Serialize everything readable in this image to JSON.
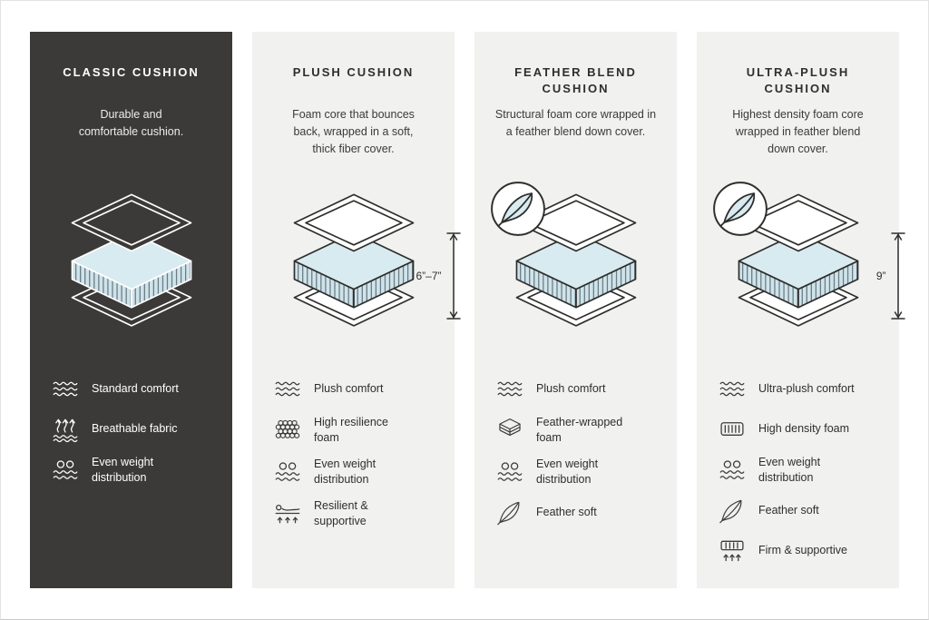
{
  "colors": {
    "dark_card": "#3b3a38",
    "light_card": "#f1f1f0",
    "foam_blue": "#d8ebf1",
    "outline_dark": "#2e2e2c"
  },
  "cards": [
    {
      "id": "classic",
      "theme": "dark",
      "title": "CLASSIC CUSHION",
      "description": "Durable and\ncomfortable cushion.",
      "features": [
        {
          "icon": "waves-icon",
          "icon_ref": "#i-waves",
          "label": "Standard comfort"
        },
        {
          "icon": "breathable-fabric-icon",
          "icon_ref": "#i-breathable",
          "label": "Breathable fabric"
        },
        {
          "icon": "even-weight-icon",
          "icon_ref": "#i-weight",
          "label": "Even weight\ndistribution"
        }
      ]
    },
    {
      "id": "plush",
      "theme": "light",
      "title": "PLUSH CUSHION",
      "description": "Foam core that bounces\nback, wrapped in a soft,\nthick fiber cover.",
      "measurement": "6”–7”",
      "features": [
        {
          "icon": "waves-icon",
          "icon_ref": "#i-waves",
          "label": "Plush comfort"
        },
        {
          "icon": "foam-bubbles-icon",
          "icon_ref": "#i-bubbles",
          "label": "High resilience\nfoam"
        },
        {
          "icon": "even-weight-icon",
          "icon_ref": "#i-weight",
          "label": "Even weight\ndistribution"
        },
        {
          "icon": "resilient-support-icon",
          "icon_ref": "#i-resilient",
          "label": "Resilient &\nsupportive"
        }
      ]
    },
    {
      "id": "feather-blend",
      "theme": "light",
      "title": "FEATHER BLEND\nCUSHION",
      "description": "Structural foam core wrapped in\na feather blend down cover.",
      "badge": "feather",
      "features": [
        {
          "icon": "waves-icon",
          "icon_ref": "#i-waves",
          "label": "Plush comfort"
        },
        {
          "icon": "feather-wrap-icon",
          "icon_ref": "#i-wrap",
          "label": "Feather-wrapped\nfoam"
        },
        {
          "icon": "even-weight-icon",
          "icon_ref": "#i-weight",
          "label": "Even weight\ndistribution"
        },
        {
          "icon": "feather-icon",
          "icon_ref": "#i-feather",
          "label": "Feather soft"
        }
      ]
    },
    {
      "id": "ultra-plush",
      "theme": "light",
      "title": "ULTRA-PLUSH\nCUSHION",
      "description": "Highest density foam core\nwrapped in feather blend\ndown cover.",
      "badge": "feather",
      "measurement": "9”",
      "features": [
        {
          "icon": "waves-icon",
          "icon_ref": "#i-waves",
          "label": "Ultra-plush comfort"
        },
        {
          "icon": "high-density-foam-icon",
          "icon_ref": "#i-density",
          "label": "High density foam"
        },
        {
          "icon": "even-weight-icon",
          "icon_ref": "#i-weight",
          "label": "Even weight\ndistribution"
        },
        {
          "icon": "feather-icon",
          "icon_ref": "#i-feather",
          "label": "Feather soft"
        },
        {
          "icon": "firm-support-icon",
          "icon_ref": "#i-firm",
          "label": "Firm & supportive"
        }
      ]
    }
  ]
}
